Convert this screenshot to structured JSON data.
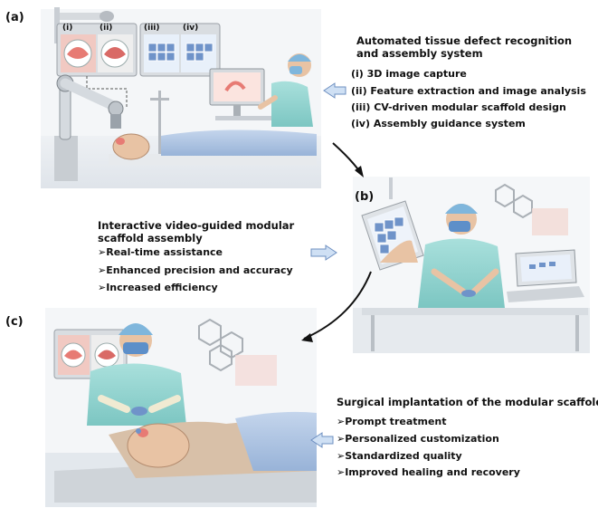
{
  "panel_a": {
    "label": "(a)",
    "title": "Automated tissue defect recognition and assembly system",
    "monitor_labels": [
      "(i)",
      "(ii)",
      "(iii)",
      "(iv)"
    ],
    "items": [
      "(i) 3D image capture",
      "(ii) Feature extraction and image analysis",
      "(iii) CV-driven modular scaffold design",
      "(iv) Assembly guidance system"
    ]
  },
  "panel_b": {
    "label": "(b)",
    "title": "Interactive video-guided modular scaffold assembly",
    "items": [
      "Real-time assistance",
      "Enhanced precision and accuracy",
      "Increased efficiency"
    ]
  },
  "panel_c": {
    "label": "(c)",
    "title": "Surgical implantation of the modular scaffold",
    "items": [
      "Prompt treatment",
      "Personalized customization",
      "Standardized quality",
      "Improved healing and recovery"
    ]
  },
  "bullet_symbol": "➢",
  "colors": {
    "scrub_teal": "#8fd3d0",
    "drape_blue": "#a9c2e0",
    "skin": "#e8c3a4",
    "monitor_frame": "#bfc3c8",
    "scaffold_blue": "#6f93c9",
    "arrow_fill": "#cfe0f4",
    "arrow_stroke": "#6d8fc0"
  }
}
